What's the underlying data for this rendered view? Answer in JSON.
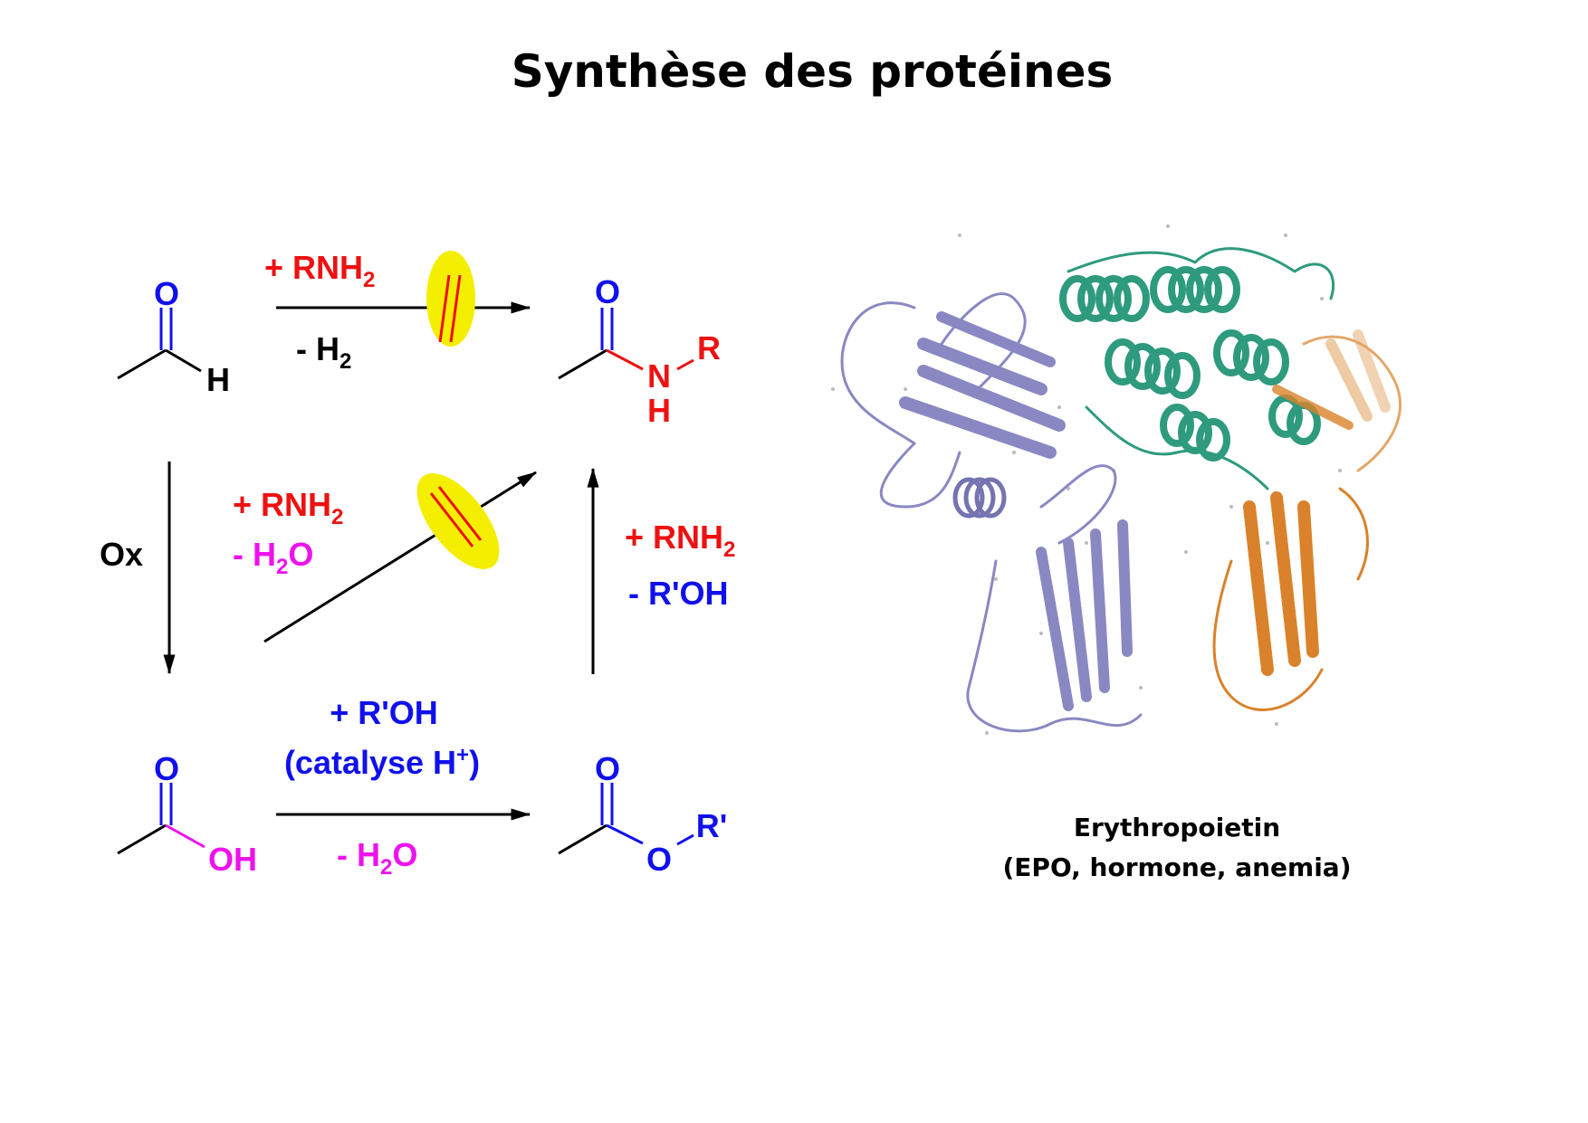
{
  "title": "Synthèse des protéines",
  "colors": {
    "oxygen": "#1010ee",
    "nitrogen": "#ee1111",
    "hydroxyl": "#ee11ee",
    "forbidden_mark": "#f4ee00",
    "helix_green": "#2e9a7e",
    "sheet_purple": "#8a88c2",
    "sheet_orange": "#d9822b"
  },
  "molecules": {
    "aldehyde": {
      "o": "O",
      "h": "H"
    },
    "amide": {
      "o": "O",
      "n": "N",
      "r": "R",
      "h": "H"
    },
    "acid": {
      "o": "O",
      "oh": "OH"
    },
    "ester": {
      "o": "O",
      "o2": "O",
      "r": "R'"
    }
  },
  "arrows": {
    "top": {
      "above_prefix": "+ RNH",
      "above_sub": "2",
      "below_prefix": "- H",
      "below_sub": "2"
    },
    "ox": {
      "label": "Ox"
    },
    "diagonal": {
      "line1_prefix": "+ RNH",
      "line1_sub": "2",
      "line2_prefix": "- H",
      "line2_sub": "2",
      "line2_suffix": "O"
    },
    "right": {
      "line1_prefix": "+ RNH",
      "line1_sub": "2",
      "line2": "- R'OH"
    },
    "bottom": {
      "line1": "+ R'OH",
      "line2_prefix": "(catalyse H",
      "line2_sup": "+",
      "line2_suffix": ")",
      "below_prefix": "- H",
      "below_sub": "2",
      "below_suffix": "O"
    }
  },
  "protein": {
    "name": "Erythropoietin",
    "note": "(EPO, hormone, anemia)"
  }
}
